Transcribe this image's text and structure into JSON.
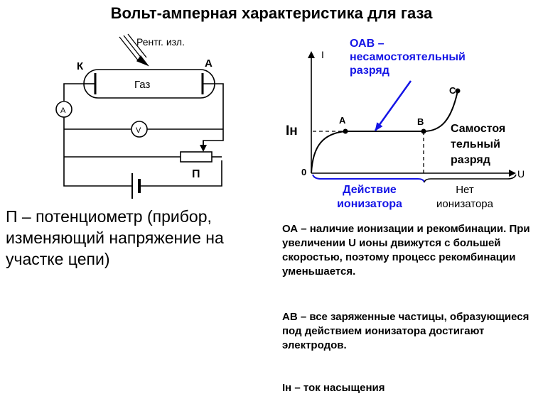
{
  "title": "Вольт-амперная характеристика для газа",
  "circuit": {
    "xray_label": "Рентг. изл.",
    "cathode_label": "К",
    "anode_label": "А",
    "tube_label": "Газ",
    "ammeter_label": "A",
    "voltmeter_label": "V",
    "potentiometer_label": "П"
  },
  "potentiometer_note": "П – потенциометр  (прибор, изменяющий  напряжение на  участке  цепи)",
  "graph": {
    "y_axis_label": "I",
    "x_axis_label": "U",
    "origin_label": "0",
    "saturation_label": "Iн",
    "point_a": "A",
    "point_b": "B",
    "point_c": "C",
    "oab_label_line1": "ОАВ –",
    "oab_label_line2": "несамостоятельный",
    "oab_label_line3": "разряд",
    "self_discharge_line1": "Самостоя",
    "self_discharge_line2": "тельный",
    "self_discharge_line3": "разряд",
    "ionizer_line1": "Действие",
    "ionizer_line2": "ионизатора",
    "no_ionizer_line1": "Нет",
    "no_ionizer_line2": "ионизатора",
    "accent_color": "#1414e6"
  },
  "descriptions": {
    "oa": "ОА – наличие ионизации и рекомбинации.  При увеличении U ионы движутся с большей скоростью, поэтому  процесс рекомбинации  уменьшается.",
    "ab": "АВ – все заряженные частицы, образующиеся  под действием ионизатора  достигают электродов.",
    "in": "Iн – ток насыщения"
  }
}
